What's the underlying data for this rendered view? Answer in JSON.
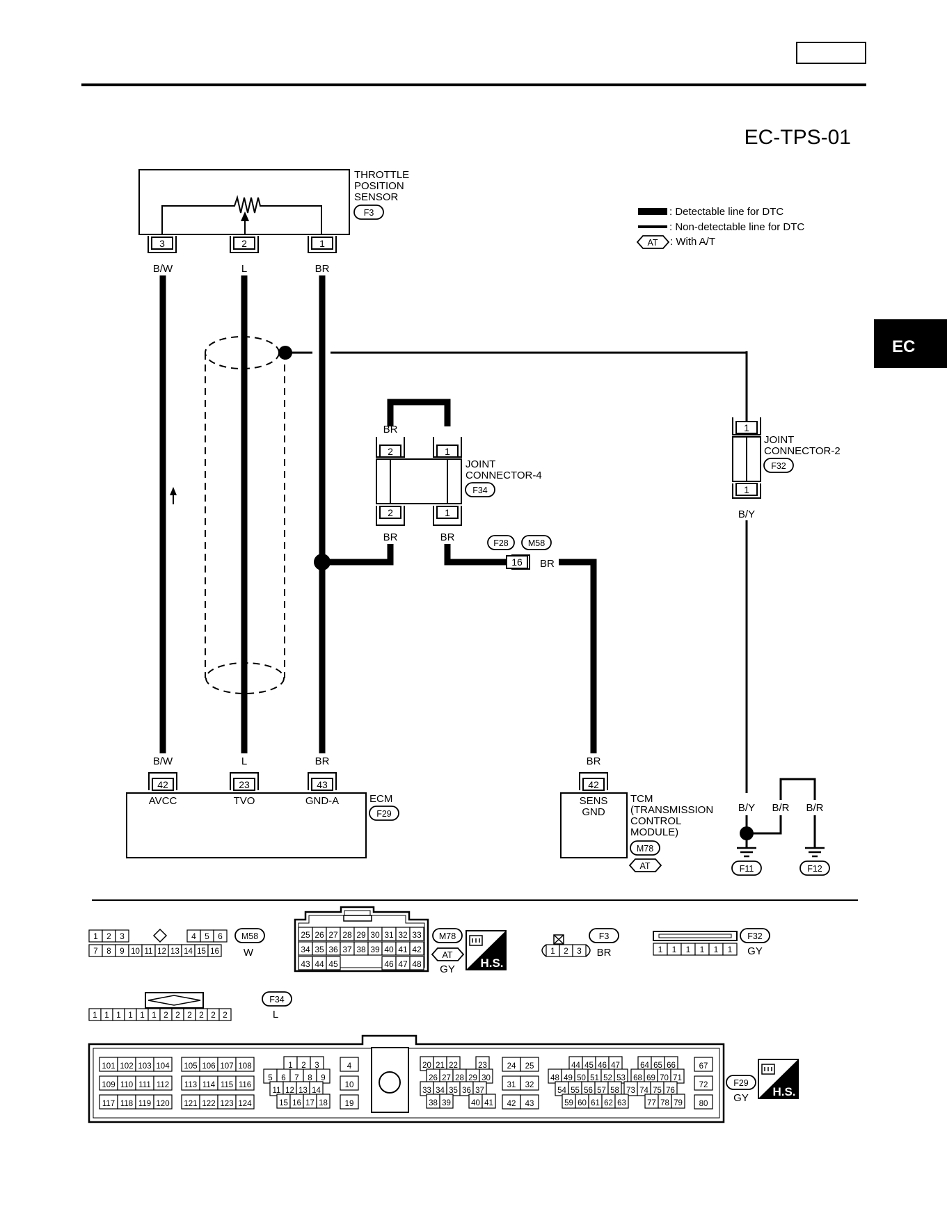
{
  "page": {
    "diagram_id": "EC-TPS-01",
    "side_tab": "EC"
  },
  "legend": {
    "detectable": ": Detectable line for DTC",
    "non_detectable": ": Non-detectable line for DTC",
    "at_tag": "AT",
    "with_at": ": With A/T"
  },
  "sensor": {
    "name_lines": [
      "THROTTLE",
      "POSITION",
      "SENSOR"
    ],
    "connector": "F3",
    "pins": [
      "3",
      "2",
      "1"
    ],
    "wire_colors": [
      "B/W",
      "L",
      "BR"
    ]
  },
  "joint4": {
    "name_lines": [
      "JOINT",
      "CONNECTOR-4"
    ],
    "connector": "F34",
    "top_pins": [
      "2",
      "1"
    ],
    "bottom_pins": [
      "2",
      "1"
    ],
    "wire_top": "BR",
    "wire_bottom": [
      "BR",
      "BR"
    ]
  },
  "joint2": {
    "name_lines": [
      "JOINT",
      "CONNECTOR-2"
    ],
    "connector": "F32",
    "top_pin": "1",
    "bottom_pin": "1",
    "wire": "B/Y"
  },
  "inline": {
    "connectors": [
      "F28",
      "M58"
    ],
    "pin": "16",
    "wire": "BR"
  },
  "ecm": {
    "name": "ECM",
    "connector": "F29",
    "wires": [
      "B/W",
      "L",
      "BR"
    ],
    "pins": [
      "42",
      "23",
      "43"
    ],
    "terminals": [
      "AVCC",
      "TVO",
      "GND-A"
    ]
  },
  "tcm": {
    "name_lines": [
      "TCM",
      "(TRANSMISSION",
      "CONTROL",
      "MODULE)"
    ],
    "connector": "M78",
    "at_tag": "AT",
    "wire": "BR",
    "pin": "42",
    "terminal_lines": [
      "SENS",
      "GND"
    ]
  },
  "grounds": {
    "wires": [
      "B/Y",
      "B/R",
      "B/R"
    ],
    "labels": [
      "F11",
      "F12"
    ]
  },
  "face_views": {
    "m58": {
      "label": "M58",
      "color": "W",
      "row1": [
        "1",
        "2",
        "3",
        "",
        "4",
        "5",
        "6"
      ],
      "row2": [
        "7",
        "8",
        "9",
        "10",
        "11",
        "12",
        "13",
        "14",
        "15",
        "16"
      ]
    },
    "m78": {
      "label": "M78",
      "at": "AT",
      "color": "GY",
      "hs": "H.S.",
      "row1": [
        "25",
        "26",
        "27",
        "28",
        "29",
        "30",
        "31",
        "32",
        "33"
      ],
      "row2": [
        "34",
        "35",
        "36",
        "37",
        "38",
        "39",
        "40",
        "41",
        "42"
      ],
      "row3": [
        "43",
        "44",
        "45",
        "46",
        "47",
        "48"
      ]
    },
    "f3": {
      "label": "F3",
      "color": "BR",
      "pins": [
        "1",
        "2",
        "3"
      ]
    },
    "f32": {
      "label": "F32",
      "color": "GY",
      "pins": [
        "1",
        "1",
        "1",
        "1",
        "1",
        "1"
      ]
    },
    "f34": {
      "label": "F34",
      "color": "L",
      "pins": [
        "1",
        "1",
        "1",
        "1",
        "1",
        "1",
        "2",
        "2",
        "2",
        "2",
        "2",
        "2"
      ]
    },
    "f29": {
      "label": "F29",
      "color": "GY",
      "hs": "H.S.",
      "b1": [
        [
          "101",
          "102",
          "103",
          "104"
        ],
        [
          "109",
          "110",
          "111",
          "112"
        ],
        [
          "117",
          "118",
          "119",
          "120"
        ]
      ],
      "b2": [
        [
          "105",
          "106",
          "107",
          "108"
        ],
        [
          "113",
          "114",
          "115",
          "116"
        ],
        [
          "121",
          "122",
          "123",
          "124"
        ]
      ],
      "b3": [
        [
          "1",
          "2",
          "3"
        ],
        [
          "5",
          "6",
          "7",
          "8",
          "9"
        ],
        [
          "11",
          "12",
          "13",
          "14"
        ],
        [
          "15",
          "16",
          "17",
          "18"
        ]
      ],
      "b4": [
        [
          "4"
        ],
        [
          "10"
        ],
        [
          "19"
        ]
      ],
      "b5": [
        [
          "20",
          "21",
          "22",
          "23"
        ],
        [
          "26",
          "27",
          "28",
          "29",
          "30"
        ],
        [
          "33",
          "34",
          "35",
          "36",
          "37"
        ],
        [
          "38",
          "39",
          "40",
          "41"
        ]
      ],
      "b6": [
        [
          "24",
          "25"
        ],
        [
          "31",
          "32"
        ],
        [
          "42",
          "43"
        ]
      ],
      "b7": [
        [
          "44",
          "45",
          "46",
          "47",
          "64",
          "65",
          "66"
        ],
        [
          "48",
          "49",
          "50",
          "51",
          "52",
          "53",
          "68",
          "69",
          "70",
          "71"
        ],
        [
          "54",
          "55",
          "56",
          "57",
          "58",
          "73",
          "74",
          "75",
          "76"
        ],
        [
          "59",
          "60",
          "61",
          "62",
          "63",
          "77",
          "78",
          "79"
        ]
      ],
      "b8": [
        [
          "67"
        ],
        [
          "72"
        ],
        [
          "80"
        ]
      ]
    }
  }
}
